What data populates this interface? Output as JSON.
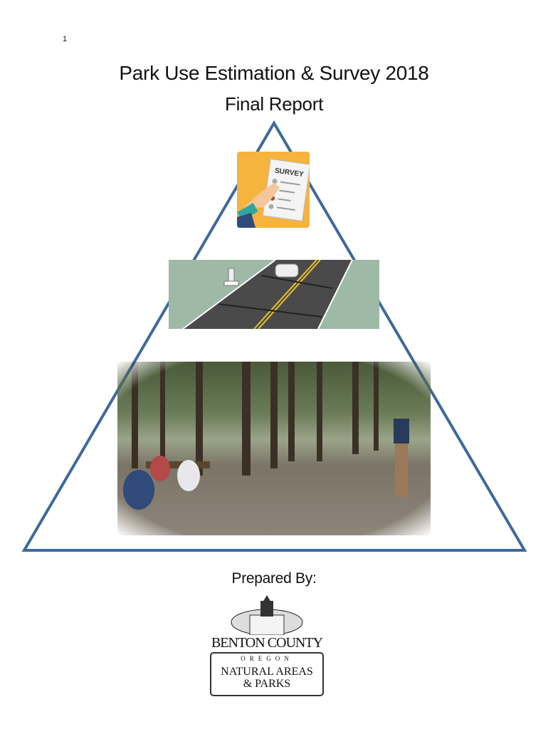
{
  "page_number": "1",
  "title": "Park Use Estimation & Survey 2018",
  "subtitle": "Final Report",
  "images": {
    "survey": {
      "label": "SURVEY"
    }
  },
  "prepared_by": "Prepared By:",
  "logo": {
    "county": "BENTON COUNTY",
    "state": "OREGON",
    "line1": "NATURAL AREAS",
    "line2": "& PARKS"
  },
  "colors": {
    "triangle": "#3d6a9b",
    "survey_bg": "#f6b33e",
    "road_bg": "#9fb9a7"
  }
}
